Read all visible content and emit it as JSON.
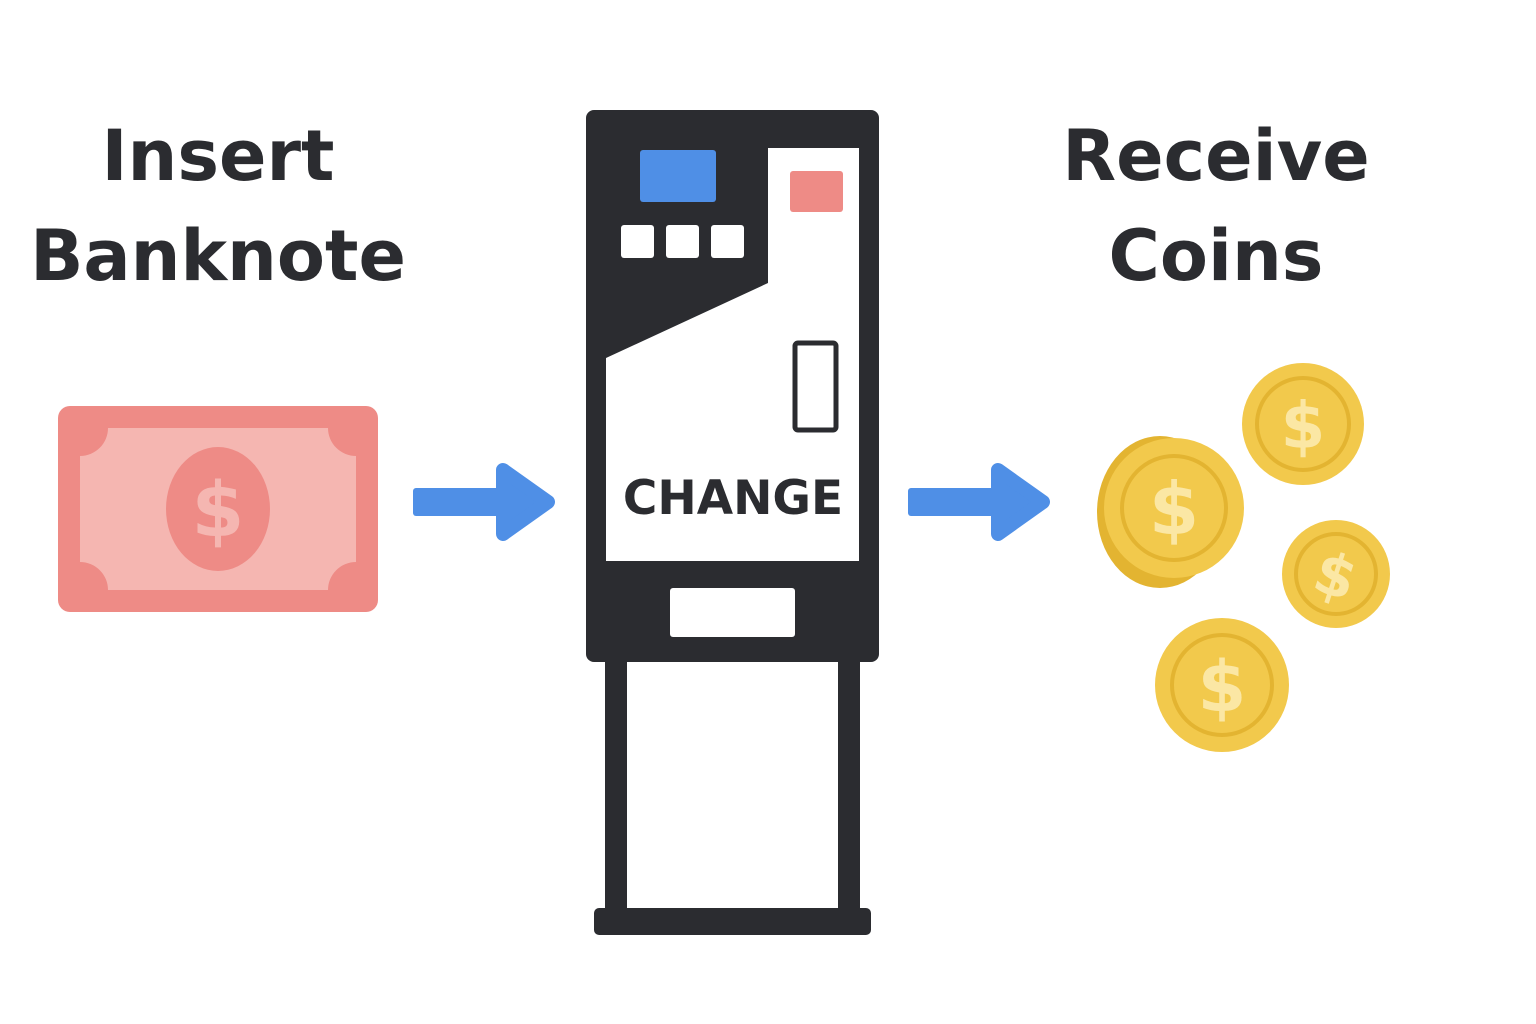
{
  "steps": {
    "insert": {
      "line1": "Insert",
      "line2": "Banknote"
    },
    "receive": {
      "line1": "Receive",
      "line2": "Coins"
    }
  },
  "machine": {
    "label": "CHANGE"
  },
  "symbols": {
    "currency": "$"
  },
  "icons": {
    "banknote": "banknote-icon",
    "arrow": "arrow-right-icon",
    "machine": "change-machine-icon",
    "coin": "coin-icon"
  },
  "colors": {
    "text": "#2b2c30",
    "note_outer": "#ee8b86",
    "note_inner": "#f5b6b1",
    "arrow": "#4f8fe6",
    "machine_body": "#2b2c30",
    "machine_screen": "#4f8fe6",
    "machine_indicator": "#ee8b86",
    "coin_face": "#f2c94c",
    "coin_rim": "#e3b431",
    "coin_symbol": "#fbe7a4"
  }
}
